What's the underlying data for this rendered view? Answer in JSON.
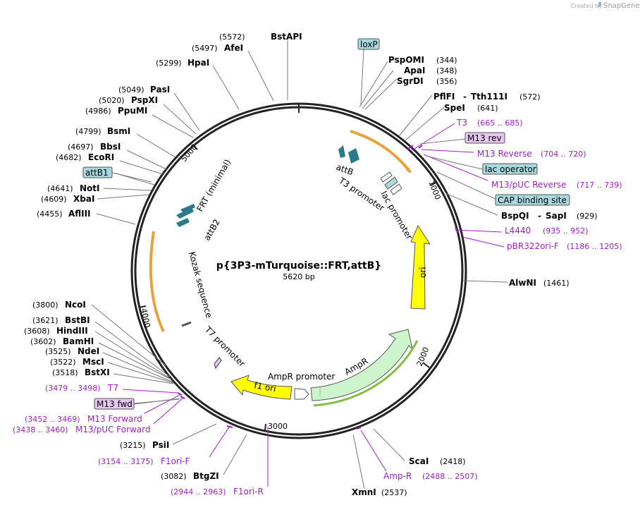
{
  "header": {
    "created_by": "Created by",
    "brand": "SnapGene"
  },
  "plasmid": {
    "name": "p{3P3-mTurquoise::FRT,attB}",
    "size": "5620 bp",
    "length": 5620
  },
  "ticks": [
    {
      "label": "1000",
      "pos": 1000
    },
    {
      "label": "2000",
      "pos": 2000
    },
    {
      "label": "3000",
      "pos": 3000
    },
    {
      "label": "4000",
      "pos": 4000
    },
    {
      "label": "5000",
      "pos": 5000
    }
  ],
  "sites": [
    {
      "name": "BstAPI",
      "pos": "(5572)"
    },
    {
      "name": "AfeI",
      "pos": "(5497)"
    },
    {
      "name": "HpaI",
      "pos": "(5299)"
    },
    {
      "name": "PasI",
      "pos": "(5049)"
    },
    {
      "name": "PspXI",
      "pos": "(5020)"
    },
    {
      "name": "PpuMI",
      "pos": "(4986)"
    },
    {
      "name": "BsmI",
      "pos": "(4799)"
    },
    {
      "name": "BbsI",
      "pos": "(4697)"
    },
    {
      "name": "EcoRI",
      "pos": "(4682)"
    },
    {
      "name": "NotI",
      "pos": "(4641)"
    },
    {
      "name": "XbaI",
      "pos": "(4609)"
    },
    {
      "name": "AflIII",
      "pos": "(4455)"
    },
    {
      "name": "NcoI",
      "pos": "(3800)"
    },
    {
      "name": "BstBI",
      "pos": "(3621)"
    },
    {
      "name": "HindIII",
      "pos": "(3608)"
    },
    {
      "name": "BamHI",
      "pos": "(3602)"
    },
    {
      "name": "NdeI",
      "pos": "(3525)"
    },
    {
      "name": "MscI",
      "pos": "(3522)"
    },
    {
      "name": "BstXI",
      "pos": "(3518)"
    },
    {
      "name": "PsiI",
      "pos": "(3215)"
    },
    {
      "name": "BtgZI",
      "pos": "(3082)"
    },
    {
      "name": "XmnI",
      "pos": "(2537)"
    },
    {
      "name": "ScaI",
      "pos": "(2418)"
    },
    {
      "name": "AlwNI",
      "pos": "(1461)"
    },
    {
      "name": "BspQI",
      "name2": "SapI",
      "pos": "(929)"
    },
    {
      "name": "SpeI",
      "pos": "(641)"
    },
    {
      "name": "PflFI",
      "name2": "Tth111I",
      "pos": "(572)"
    },
    {
      "name": "SgrDI",
      "pos": "(356)"
    },
    {
      "name": "ApaI",
      "pos": "(348)"
    },
    {
      "name": "PspOMI",
      "pos": "(344)"
    }
  ],
  "primers": [
    {
      "name": "T3",
      "range": "(665 .. 685)"
    },
    {
      "name": "M13 Reverse",
      "range": "(704 .. 720)"
    },
    {
      "name": "M13/pUC Reverse",
      "range": "(717 .. 739)"
    },
    {
      "name": "L4440",
      "range": "(935 .. 952)"
    },
    {
      "name": "pBR322ori-F",
      "range": "(1186 .. 1205)"
    },
    {
      "name": "Amp-R",
      "range": "(2488 .. 2507)"
    },
    {
      "name": "F1ori-R",
      "range": "(2944 .. 2963)"
    },
    {
      "name": "F1ori-F",
      "range": "(3154 .. 3175)"
    },
    {
      "name": "M13/pUC Forward",
      "range": "(3438 .. 3460)"
    },
    {
      "name": "M13 Forward",
      "range": "(3452 .. 3469)"
    },
    {
      "name": "T7",
      "range": "(3479 .. 3498)"
    }
  ],
  "boxed_features": [
    {
      "name": "loxP"
    },
    {
      "name": "M13 rev"
    },
    {
      "name": "lac operator"
    },
    {
      "name": "CAP binding site"
    },
    {
      "name": "attB1"
    },
    {
      "name": "M13 fwd"
    }
  ],
  "features": [
    {
      "name": "ori"
    },
    {
      "name": "AmpR"
    },
    {
      "name": "AmpR promoter"
    },
    {
      "name": "f1 ori"
    },
    {
      "name": "T7 promoter"
    },
    {
      "name": "Kozak sequence"
    },
    {
      "name": "attB2"
    },
    {
      "name": "FRT (minimal)"
    },
    {
      "name": "attB"
    },
    {
      "name": "T3 promoter"
    },
    {
      "name": "lac promoter"
    }
  ],
  "colors": {
    "backbone": "#222222",
    "primer": "#a020c8",
    "ori": "#ffff00",
    "ampr": "#ccf5cc",
    "f1ori": "#ffff00",
    "boxed_blue": "#a8d8e0",
    "boxed_purple": "#e8c6f2",
    "teal": "#2b7a8c",
    "orange_track": "#e6a23c",
    "line": "#777777"
  }
}
